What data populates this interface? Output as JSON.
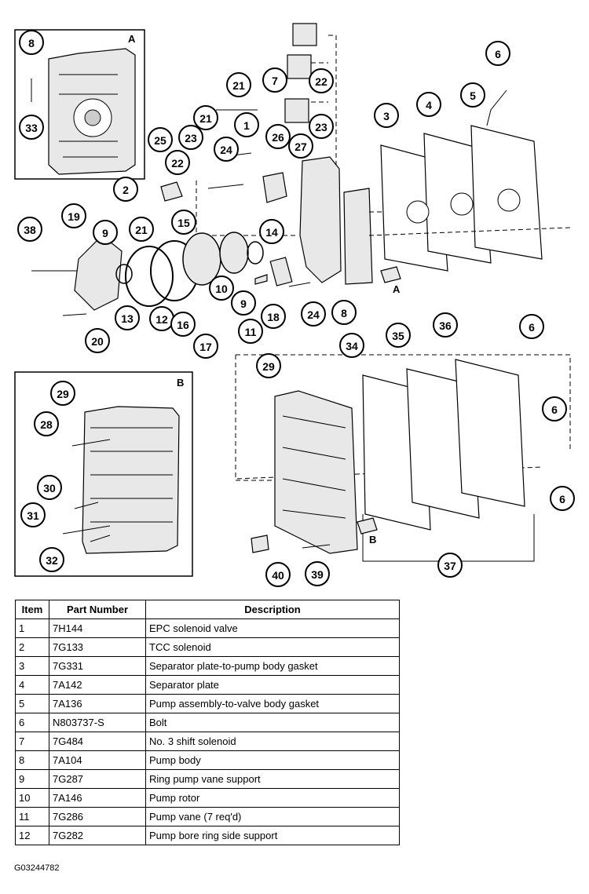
{
  "diagram": {
    "inset_a_letter": "A",
    "inset_b_letter": "B",
    "arrow_a_letter": "A",
    "arrow_b_letter": "B",
    "callouts": [
      "1",
      "2",
      "3",
      "4",
      "5",
      "6",
      "7",
      "8",
      "9",
      "10",
      "11",
      "12",
      "13",
      "14",
      "15",
      "16",
      "17",
      "18",
      "19",
      "20",
      "21",
      "22",
      "23",
      "24",
      "25",
      "26",
      "27",
      "28",
      "29",
      "30",
      "31",
      "32",
      "33",
      "34",
      "35",
      "36",
      "37",
      "38",
      "39",
      "40"
    ]
  },
  "table": {
    "headers": [
      "Item",
      "Part Number",
      "Description"
    ],
    "rows": [
      [
        "1",
        "7H144",
        "EPC solenoid valve"
      ],
      [
        "2",
        "7G133",
        "TCC solenoid"
      ],
      [
        "3",
        "7G331",
        "Separator plate-to-pump body gasket"
      ],
      [
        "4",
        "7A142",
        "Separator plate"
      ],
      [
        "5",
        "7A136",
        "Pump assembly-to-valve body gasket"
      ],
      [
        "6",
        "N803737-S",
        "Bolt"
      ],
      [
        "7",
        "7G484",
        "No. 3 shift solenoid"
      ],
      [
        "8",
        "7A104",
        "Pump body"
      ],
      [
        "9",
        "7G287",
        "Ring pump vane support"
      ],
      [
        "10",
        "7A146",
        "Pump rotor"
      ],
      [
        "11",
        "7G286",
        "Pump vane (7 req'd)"
      ],
      [
        "12",
        "7G282",
        "Pump bore ring side support"
      ]
    ]
  },
  "figure_id": "G03244782"
}
